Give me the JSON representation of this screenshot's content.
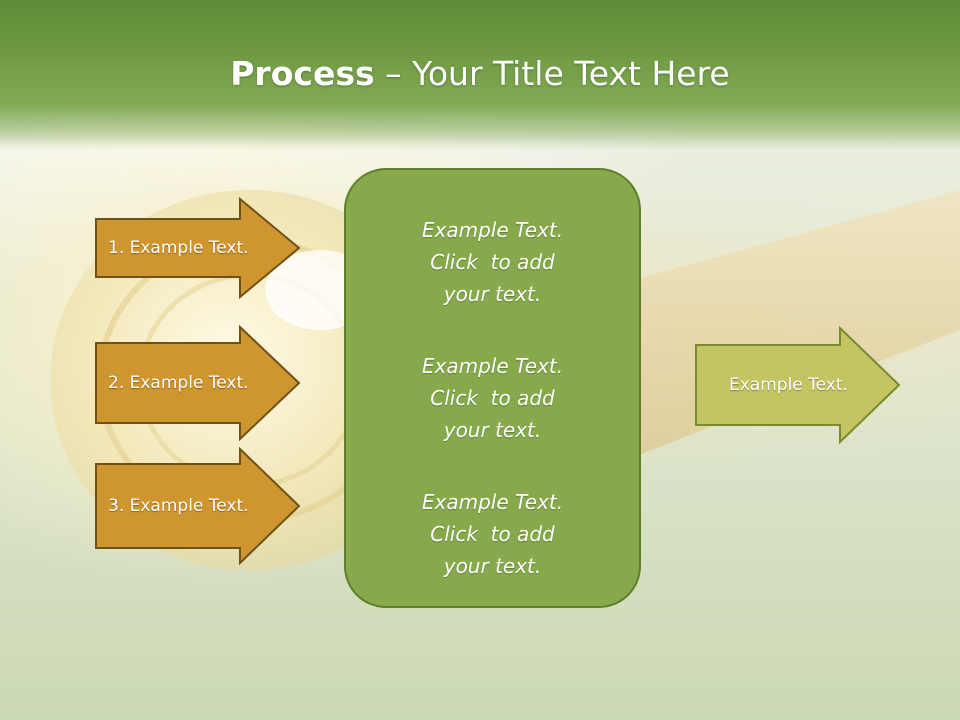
{
  "slide": {
    "title_bold": "Process",
    "title_rest": " – Your Title Text Here"
  },
  "left_arrows": [
    {
      "label": "1. Example Text."
    },
    {
      "label": "2. Example Text."
    },
    {
      "label": "3. Example Text."
    }
  ],
  "center_box": {
    "blocks": [
      {
        "line1": "Example Text.",
        "line2": "Click  to add",
        "line3": "your text."
      },
      {
        "line1": "Example Text.",
        "line2": "Click  to add",
        "line3": "your text."
      },
      {
        "line1": "Example Text.",
        "line2": "Click  to add",
        "line3": "your text."
      }
    ]
  },
  "output_arrow": {
    "label": "Example Text."
  },
  "colors": {
    "header_green": "#6f9a42",
    "left_arrow_fill": "#cf952f",
    "left_arrow_stroke": "#6e5118",
    "center_fill": "#86a94b",
    "center_stroke": "#5f7f2c",
    "output_arrow_fill": "#c3c562",
    "output_arrow_stroke": "#7a8a2f"
  }
}
